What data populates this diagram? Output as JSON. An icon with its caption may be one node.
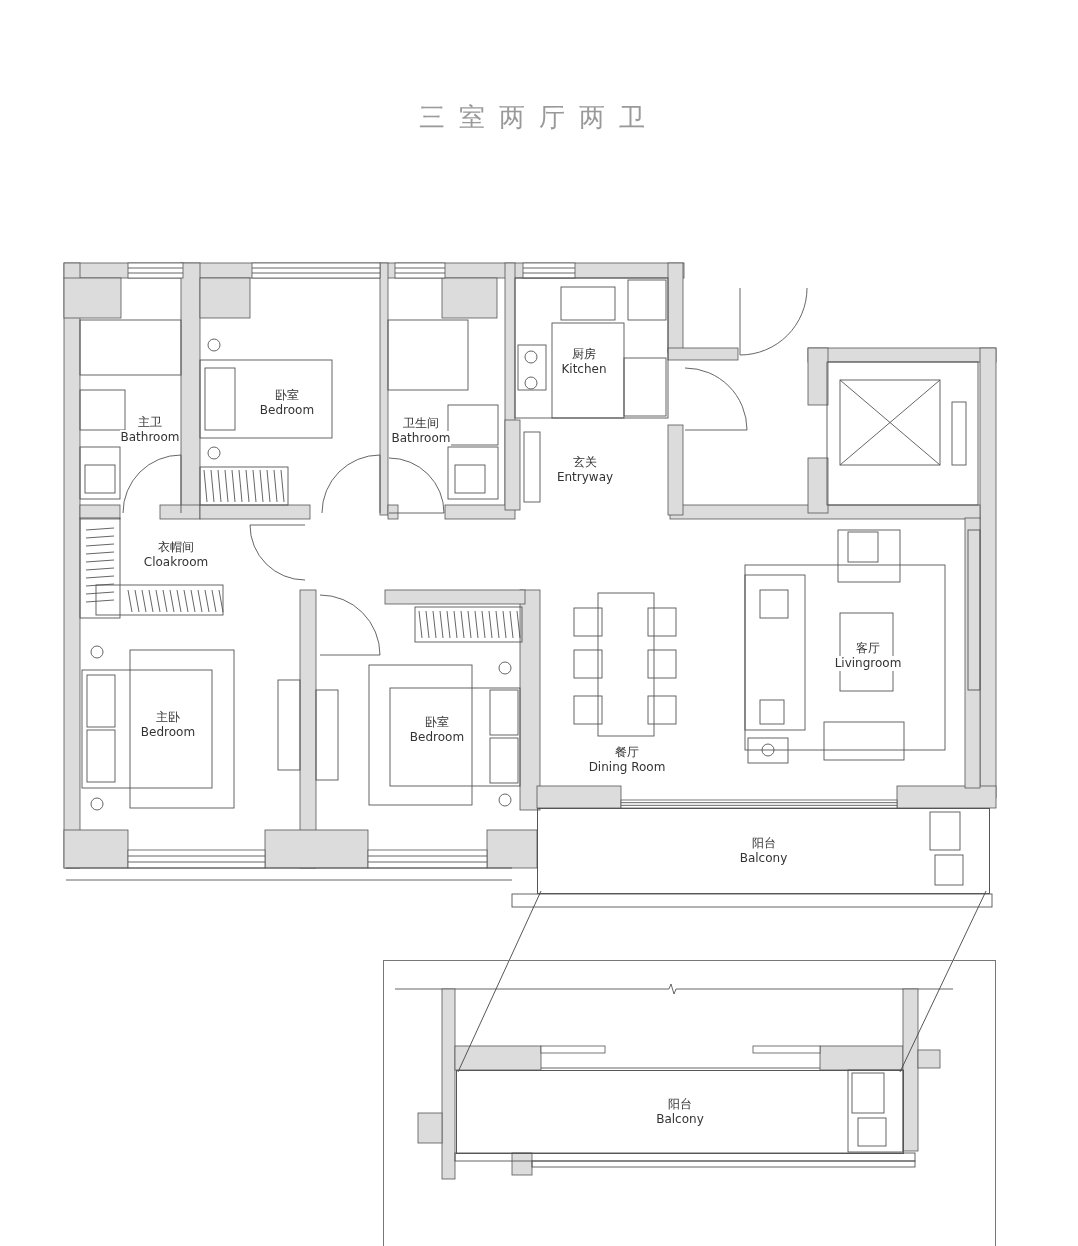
{
  "diagram": {
    "title": "三室两厅两卫",
    "nodes": [
      {
        "text": [
          "主卫",
          "Bathroom"
        ]
      },
      {
        "text": [
          "卧室",
          "Bedroom"
        ]
      },
      {
        "text": [
          "卫生间",
          "Bathroom"
        ]
      },
      {
        "text": [
          "厨房",
          "Kitchen"
        ]
      },
      {
        "text": [
          "玄关",
          "Entryway"
        ]
      },
      {
        "text": [
          "衣帽间",
          "Cloakroom"
        ]
      },
      {
        "text": [
          "客厅",
          "Livingroom"
        ]
      },
      {
        "text": [
          "主卧",
          "Bedroom"
        ]
      },
      {
        "text": [
          "卧室",
          "Bedroom"
        ]
      },
      {
        "text": [
          "餐厅",
          "Dining Room"
        ]
      },
      {
        "text": [
          "阳台",
          "Balcony"
        ]
      },
      {
        "text": [],
        "shape": "box"
      },
      {
        "text": [
          "阳台",
          "Balcony"
        ],
        "in": 11
      }
    ],
    "edges": [
      {
        "from": 10,
        "to": 12,
        "arrow": "none"
      },
      {
        "from": 10,
        "to": 12,
        "arrow": "none"
      }
    ]
  }
}
